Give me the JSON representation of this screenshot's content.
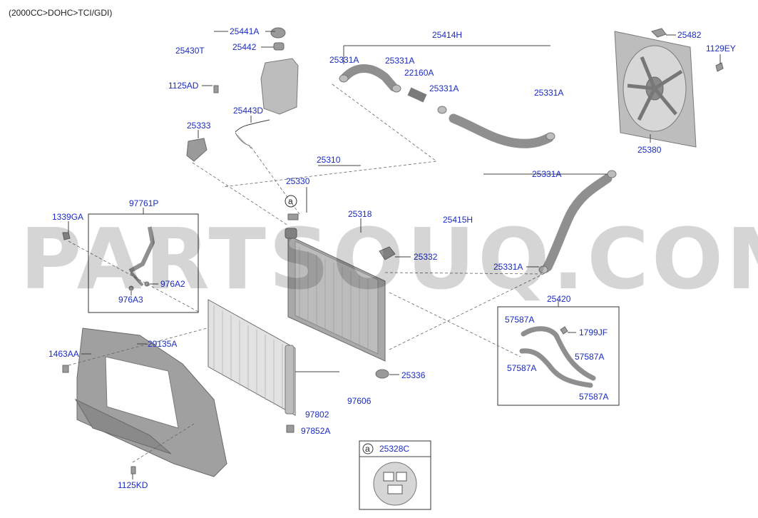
{
  "header": {
    "variant": "(2000CC>DOHC>TCI/GDI)"
  },
  "watermark": {
    "text": "PARTSOUQ.COM"
  },
  "callouts": {
    "c25441A": "25441A",
    "c25442": "25442",
    "c25430T": "25430T",
    "c1125AD": "1125AD",
    "c25443D": "25443D",
    "c25333": "25333",
    "c25414H": "25414H",
    "c25331A_1": "25331A",
    "c25331A_2": "25331A",
    "c22160A": "22160A",
    "c25331A_3": "25331A",
    "c25331A_4": "25331A",
    "c25482": "25482",
    "c1129EY": "1129EY",
    "c25380": "25380",
    "c25310": "25310",
    "c25330": "25330",
    "c25318": "25318",
    "c25331A_5": "25331A",
    "c25415H": "25415H",
    "c25331A_6": "25331A",
    "c25332": "25332",
    "c1339GA": "1339GA",
    "c97761P": "97761P",
    "c976A2": "976A2",
    "c976A3": "976A3",
    "c25420": "25420",
    "c57587A_1": "57587A",
    "c1799JF": "1799JF",
    "c57587A_2": "57587A",
    "c57587A_3": "57587A",
    "c57587A_4": "57587A",
    "c1463AA": "1463AA",
    "c29135A": "29135A",
    "c25336": "25336",
    "c97606": "97606",
    "c97802": "97802",
    "c97852A": "97852A",
    "c1125KD": "1125KD",
    "c25328C": "25328C"
  },
  "markers": {
    "a1": "a",
    "a2": "a"
  }
}
